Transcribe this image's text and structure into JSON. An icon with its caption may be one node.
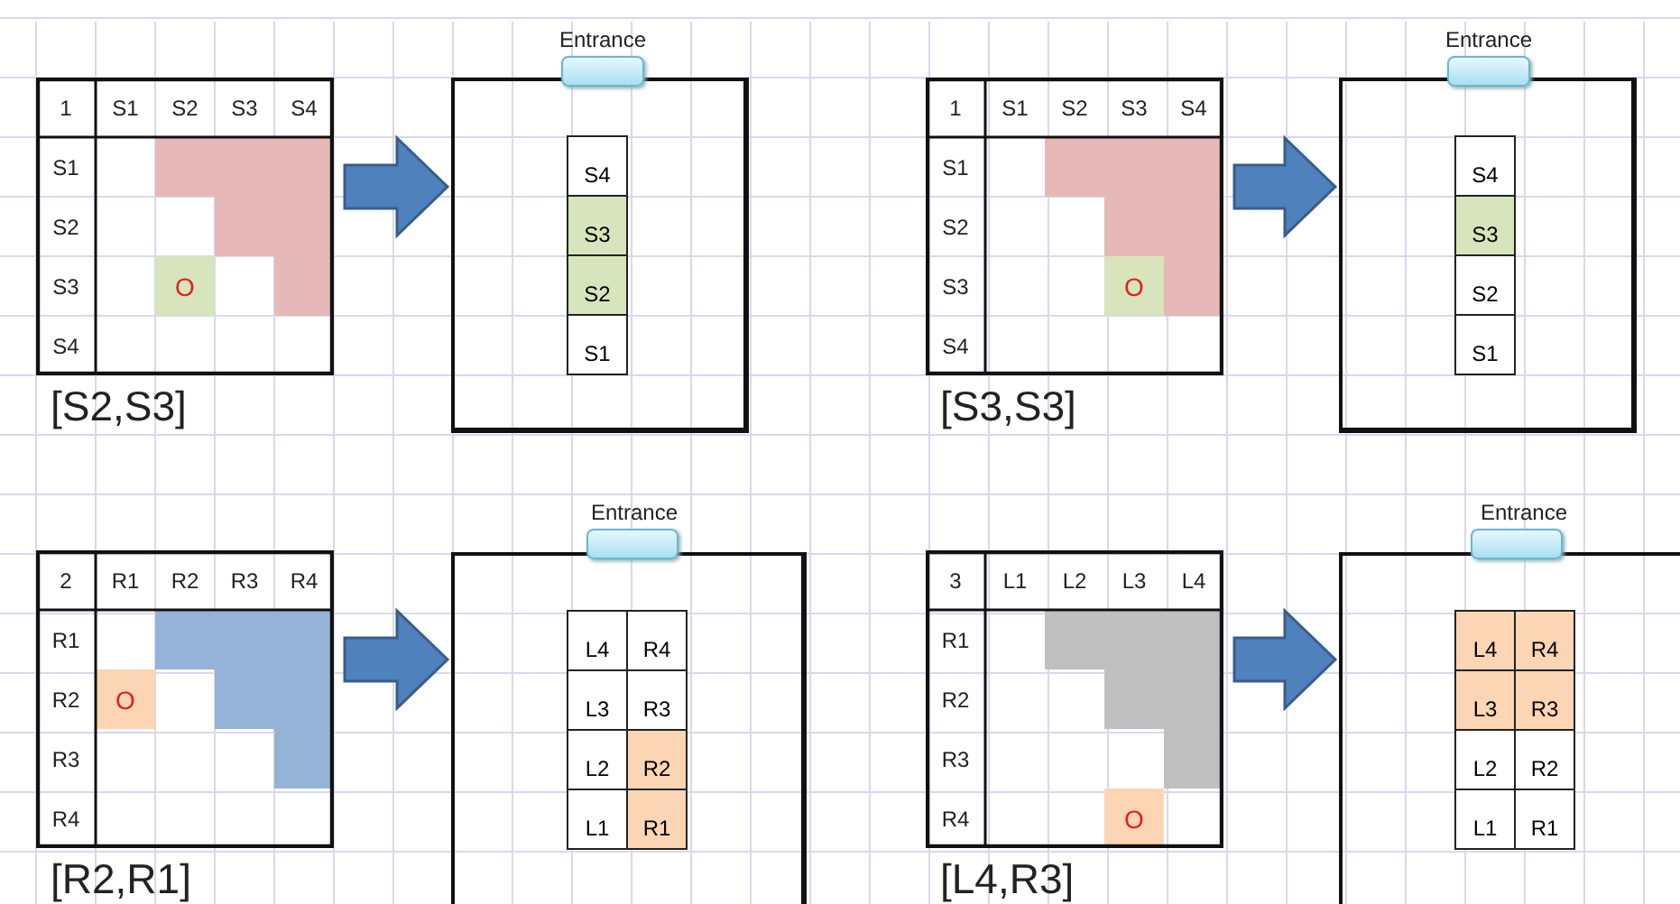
{
  "diagram": {
    "nodes": [
      {
        "text": [
          "1",
          "S1",
          "S2",
          "S3",
          "S4",
          "S1",
          "S2",
          "S3",
          "O",
          "S4"
        ],
        "beside": [
          "[S2,S3]"
        ]
      },
      {
        "text": [],
        "shape": "box"
      },
      {
        "text": [
          "Entrance"
        ]
      },
      {
        "text": [
          "S4"
        ],
        "in": 1
      },
      {
        "text": [
          "S3"
        ],
        "in": 1
      },
      {
        "text": [
          "S2"
        ],
        "in": 1
      },
      {
        "text": [
          "S1"
        ],
        "in": 1
      },
      {
        "text": [
          "1",
          "S1",
          "S2",
          "S3",
          "S4",
          "S1",
          "S2",
          "S3",
          "O",
          "S4"
        ],
        "beside": [
          "[S3,S3]"
        ]
      },
      {
        "text": [],
        "shape": "box"
      },
      {
        "text": [
          "Entrance"
        ]
      },
      {
        "text": [
          "S4"
        ],
        "in": 8
      },
      {
        "text": [
          "S3"
        ],
        "in": 8
      },
      {
        "text": [
          "S2"
        ],
        "in": 8
      },
      {
        "text": [
          "S1"
        ],
        "in": 8
      },
      {
        "text": [
          "2",
          "R1",
          "R2",
          "R3",
          "R4",
          "R1",
          "R2",
          "O",
          "R3",
          "R4"
        ],
        "beside": [
          "[R2,R1]"
        ]
      },
      {
        "text": [],
        "shape": "box"
      },
      {
        "text": [
          "Entrance"
        ]
      },
      {
        "text": [
          "L4"
        ],
        "in": 15
      },
      {
        "text": [
          "R4"
        ],
        "in": 15
      },
      {
        "text": [
          "L3"
        ],
        "in": 15
      },
      {
        "text": [
          "R3"
        ],
        "in": 15
      },
      {
        "text": [
          "L2"
        ],
        "in": 15
      },
      {
        "text": [
          "R2"
        ],
        "in": 15
      },
      {
        "text": [
          "L1"
        ],
        "in": 15
      },
      {
        "text": [
          "R1"
        ],
        "in": 15
      },
      {
        "text": [
          "3",
          "L1",
          "L2",
          "L3",
          "L4",
          "R1",
          "R2",
          "R3",
          "R4",
          "O"
        ],
        "beside": [
          "[L4,R3]"
        ]
      },
      {
        "text": [],
        "shape": "box"
      },
      {
        "text": [
          "Entrance"
        ]
      },
      {
        "text": [
          "L4"
        ],
        "in": 26
      },
      {
        "text": [
          "R4"
        ],
        "in": 26
      },
      {
        "text": [
          "L3"
        ],
        "in": 26
      },
      {
        "text": [
          "R3"
        ],
        "in": 26
      },
      {
        "text": [
          "L2"
        ],
        "in": 26
      },
      {
        "text": [
          "R2"
        ],
        "in": 26
      },
      {
        "text": [
          "L1"
        ],
        "in": 26
      },
      {
        "text": [
          "R1"
        ],
        "in": 26
      }
    ],
    "edges": [
      {
        "from": 0,
        "to": 1,
        "arrow": "to"
      },
      {
        "from": 7,
        "to": 8,
        "arrow": "to"
      },
      {
        "from": 14,
        "to": 15,
        "arrow": "to"
      },
      {
        "from": 25,
        "to": 26,
        "arrow": "to"
      }
    ]
  }
}
